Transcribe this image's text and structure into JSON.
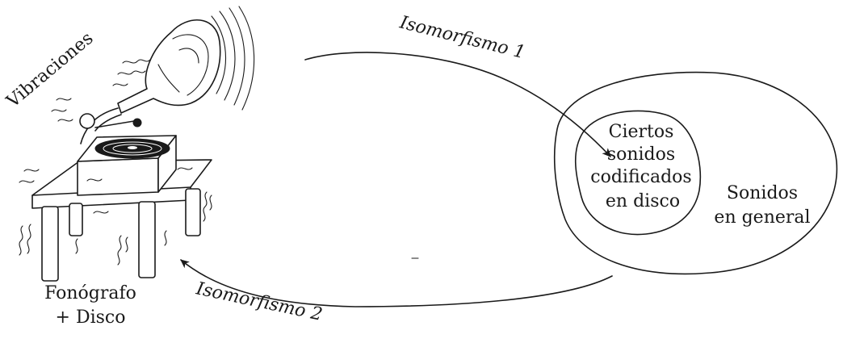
{
  "labels": {
    "vibraciones": "Vibraciones",
    "fonografo_line1": "Fonógrafo",
    "fonografo_line2": "+ Disco",
    "inner_line1": "Ciertos",
    "inner_line2": "sonidos",
    "inner_line3": "codificados",
    "inner_line4": "en disco",
    "outer_line1": "Sonidos",
    "outer_line2": "en general",
    "arrow_top": "Isomorfismo 1",
    "arrow_bottom": "Isomorfismo 2"
  },
  "icons": {
    "phonograph": "phonograph-icon",
    "vibration": "vibration-lines-icon"
  },
  "colors": {
    "ink": "#1a1a1a",
    "paper": "#ffffff"
  }
}
